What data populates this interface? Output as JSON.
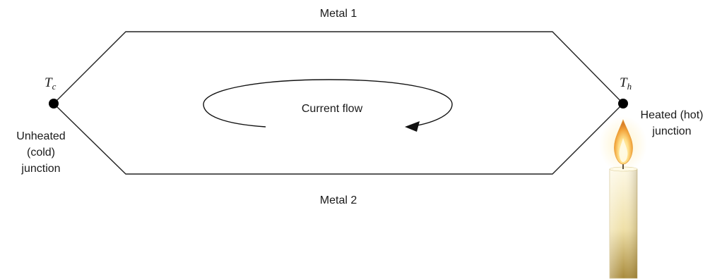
{
  "labels": {
    "top_wire": "Metal 1",
    "bottom_wire": "Metal 2",
    "current": "Current flow",
    "cold_line1": "Unheated",
    "cold_line2": "(cold)",
    "cold_line3": "junction",
    "hot_line1": "Heated (hot)",
    "hot_line2": "junction"
  },
  "symbols": {
    "cold_T": "T",
    "cold_sub": "c",
    "hot_T": "T",
    "hot_sub": "h"
  },
  "colors": {
    "wire": "#222222",
    "junction": "#000000",
    "candle_body_light": "#fdf6d8",
    "candle_body_dark": "#a88a3a",
    "flame_outer": "#f2a33a",
    "flame_inner": "#fff6c8"
  },
  "icons": {
    "candle": "candle-icon",
    "arrow": "circular-arrow-icon"
  }
}
